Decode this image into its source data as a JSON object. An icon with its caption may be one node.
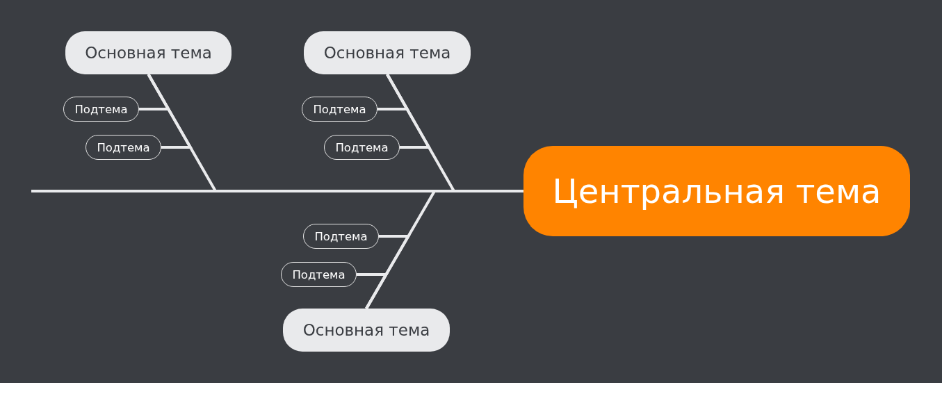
{
  "diagram": {
    "nodes": [
      {
        "text": [
          "Основная тема"
        ]
      },
      {
        "text": [
          "Подтема"
        ]
      },
      {
        "text": [
          "Подтема"
        ]
      },
      {
        "text": [
          "Основная тема"
        ]
      },
      {
        "text": [
          "Подтема"
        ]
      },
      {
        "text": [
          "Подтема"
        ]
      },
      {
        "text": [
          "Центральная тема"
        ]
      },
      {
        "text": [
          "Подтема"
        ]
      },
      {
        "text": [
          "Подтема"
        ]
      },
      {
        "text": [
          "Основная тема"
        ]
      }
    ],
    "edges": [
      {
        "from": 6,
        "to": 0,
        "arrow": "none"
      },
      {
        "from": 0,
        "to": 1,
        "arrow": "none"
      },
      {
        "from": 0,
        "to": 2,
        "arrow": "none"
      },
      {
        "from": 6,
        "to": 3,
        "arrow": "none"
      },
      {
        "from": 3,
        "to": 4,
        "arrow": "none"
      },
      {
        "from": 3,
        "to": 5,
        "arrow": "none"
      },
      {
        "from": 6,
        "to": 9,
        "arrow": "none"
      },
      {
        "from": 9,
        "to": 7,
        "arrow": "none"
      },
      {
        "from": 9,
        "to": 8,
        "arrow": "none"
      }
    ]
  }
}
